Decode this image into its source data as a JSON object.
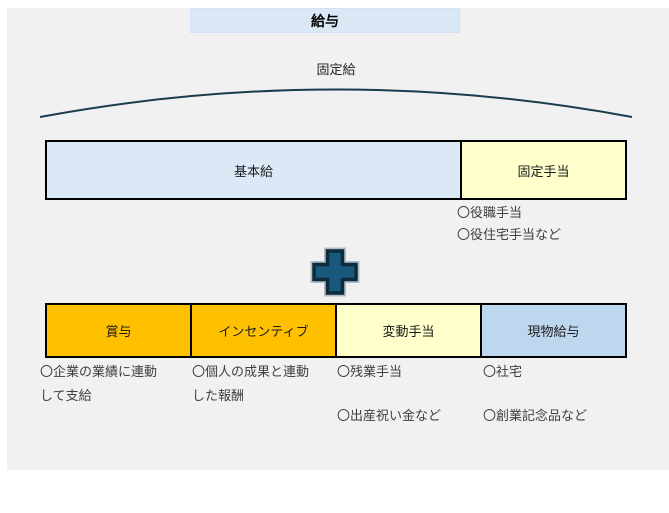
{
  "header": {
    "title": "給与"
  },
  "fixed_salary": {
    "brace_label": "固定給",
    "boxes": [
      {
        "label": "基本給"
      },
      {
        "label": "固定手当"
      }
    ],
    "notes": [
      "〇役職手当",
      "〇役住宅手当など"
    ]
  },
  "plus_icon": {
    "name": "plus",
    "fill": "#19597C",
    "border": "#0D2B3C",
    "halo": "#B4BCC2"
  },
  "variable_salary": {
    "boxes": [
      {
        "label": "賞与",
        "notes": [
          "〇企業の業績に連動",
          "して支給"
        ]
      },
      {
        "label": "インセンティブ",
        "notes": [
          "〇個人の成果と連動",
          "した報酬"
        ]
      },
      {
        "label": "変動手当",
        "notes": [
          "〇残業手当",
          "〇出産祝い金など"
        ]
      },
      {
        "label": "現物給与",
        "notes": [
          "〇社宅",
          "〇創業記念品など"
        ]
      }
    ]
  },
  "colors": {
    "panel_bg": "#F1F1F1",
    "title_box": "#DAE7F5",
    "base_salary_box": "#DBE8F6",
    "fixed_allowance_box": "#FFFFCC",
    "bonus_box": "#FFC000",
    "incentive_box": "#FFC000",
    "variable_allowance_box": "#FFFFCC",
    "in_kind_box": "#BDD7EE",
    "brace_line": "#1C3C4E",
    "box_border": "#000000"
  }
}
